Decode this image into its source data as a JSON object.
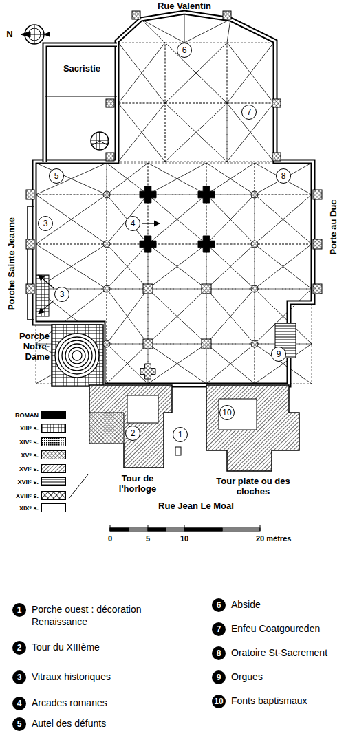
{
  "diagram": {
    "nodes": [
      {
        "text": [
          "6"
        ]
      },
      {
        "text": [
          "7"
        ]
      },
      {
        "text": [
          "5"
        ]
      },
      {
        "text": [
          "8"
        ]
      },
      {
        "text": [
          "3"
        ]
      },
      {
        "text": [
          "4"
        ]
      },
      {
        "text": [
          "3"
        ]
      },
      {
        "text": [
          "9"
        ]
      },
      {
        "text": [
          "10"
        ]
      },
      {
        "text": [
          "2"
        ]
      },
      {
        "text": [
          "1"
        ]
      },
      {
        "text": [
          "1",
          "Porche ouest : décoration Renaissance"
        ]
      },
      {
        "text": [
          "2",
          "Tour du XIIIème"
        ]
      },
      {
        "text": [
          "3",
          "Vitraux historiques"
        ]
      },
      {
        "text": [
          "4",
          "Arcades romanes"
        ]
      },
      {
        "text": [
          "5",
          "Autel des défunts"
        ]
      },
      {
        "text": [
          "6",
          "Abside"
        ]
      },
      {
        "text": [
          "7",
          "Enfeu Coatgoureden"
        ]
      },
      {
        "text": [
          "8",
          "Oratoire St-Sacrement"
        ]
      },
      {
        "text": [
          "9",
          "Orgues"
        ]
      },
      {
        "text": [
          "10",
          "Fonts baptismaux"
        ]
      }
    ],
    "labels": [
      "N",
      "Rue Valentin",
      "Sacristie",
      "Porche Sainte Jeanne",
      "Porte au Duc",
      "Porche Notre-Dame",
      "Tour de l'horloge",
      "Tour plate ou des cloches",
      "Rue Jean Le Moal",
      "0",
      "5",
      "10",
      "20 mètres"
    ],
    "legend": [
      {
        "text": "ROMAN",
        "color": "#000000"
      },
      {
        "text": "XIIIᵉ s."
      },
      {
        "text": "XIVᵉ s."
      },
      {
        "text": "XVᵉ s."
      },
      {
        "text": "XVIᵉ s."
      },
      {
        "text": "XVIIᵉ s."
      },
      {
        "text": "XVIIIᵉ s."
      },
      {
        "text": "XIXᵉ s.",
        "color": "#ffffff"
      }
    ]
  }
}
